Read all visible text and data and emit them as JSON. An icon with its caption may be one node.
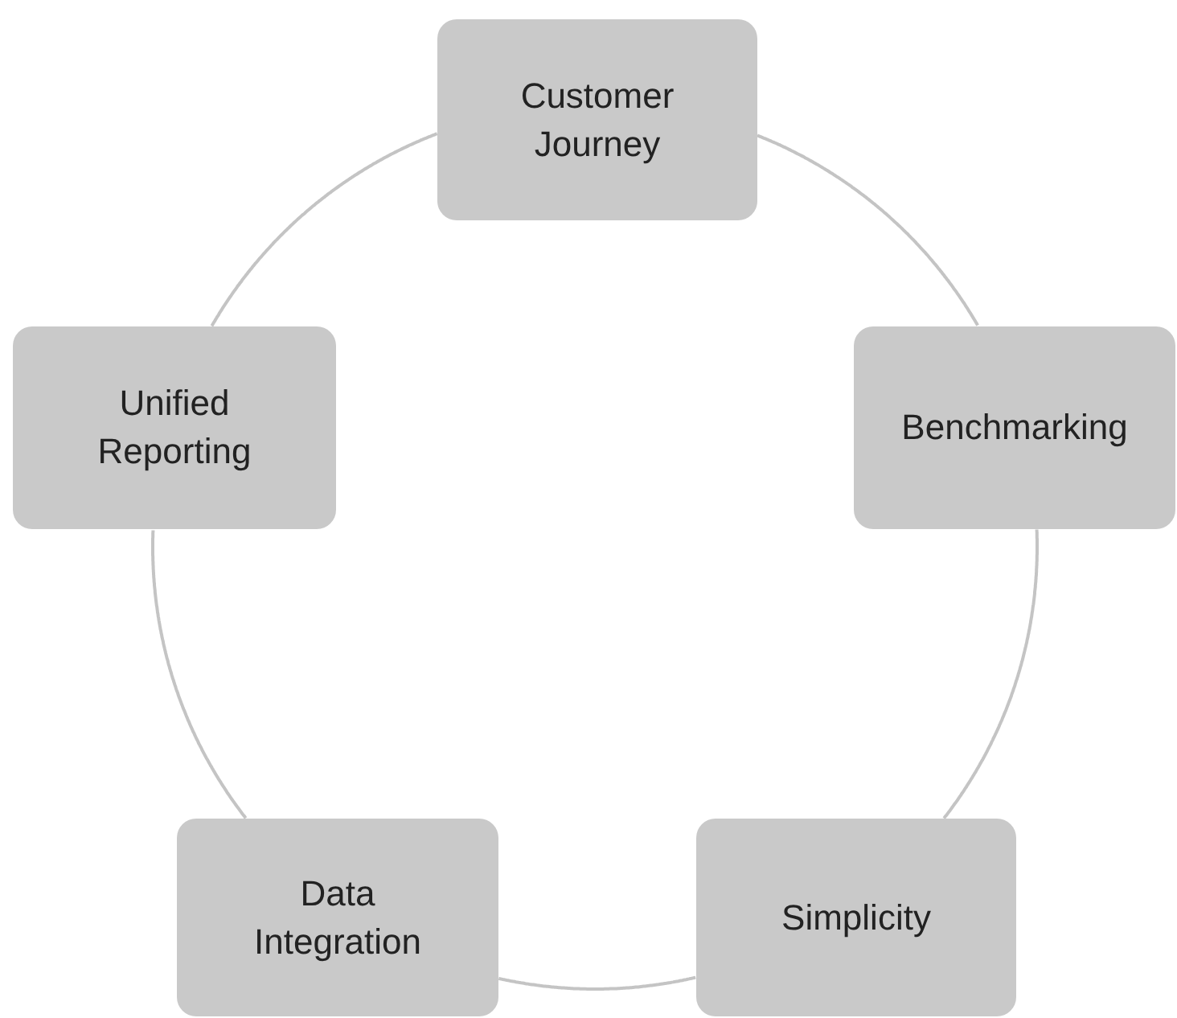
{
  "diagram": {
    "nodes": [
      {
        "text": [
          "Customer Journey"
        ]
      },
      {
        "text": [
          "Unified Reporting"
        ]
      },
      {
        "text": [
          "Benchmarking"
        ]
      },
      {
        "text": [
          "Data Integration"
        ]
      },
      {
        "text": [
          "Simplicity"
        ]
      }
    ],
    "edges": [
      {
        "from": 0,
        "to": 2,
        "arrow": "none"
      },
      {
        "from": 2,
        "to": 4,
        "arrow": "none"
      },
      {
        "from": 4,
        "to": 3,
        "arrow": "none"
      },
      {
        "from": 3,
        "to": 1,
        "arrow": "none"
      },
      {
        "from": 1,
        "to": 0,
        "arrow": "none"
      }
    ]
  }
}
